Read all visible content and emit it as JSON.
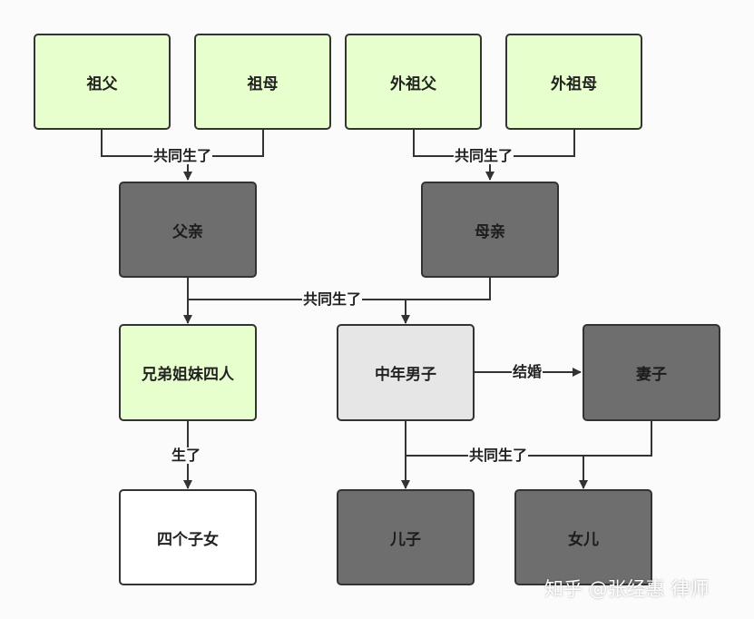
{
  "nodes": {
    "grandfather": "祖父",
    "grandmother": "祖母",
    "maternal_grandfather": "外祖父",
    "maternal_grandmother": "外祖母",
    "father": "父亲",
    "mother": "母亲",
    "siblings": "兄弟姐妹四人",
    "middle_aged_man": "中年男子",
    "wife": "妻子",
    "four_children": "四个子女",
    "son": "儿子",
    "daughter": "女儿"
  },
  "edges": {
    "paternal_gave_birth": "共同生了",
    "maternal_gave_birth": "共同生了",
    "parents_gave_birth": "共同生了",
    "married": "结婚",
    "siblings_gave_birth": "生了",
    "couple_gave_birth": "共同生了"
  },
  "watermark": "知乎 @张经惠 律师",
  "colors": {
    "green_fill": "#e6ffcc",
    "dark_fill": "#6e6e6e",
    "light_fill": "#e6e6e6",
    "white_fill": "#ffffff",
    "line": "#333333"
  }
}
